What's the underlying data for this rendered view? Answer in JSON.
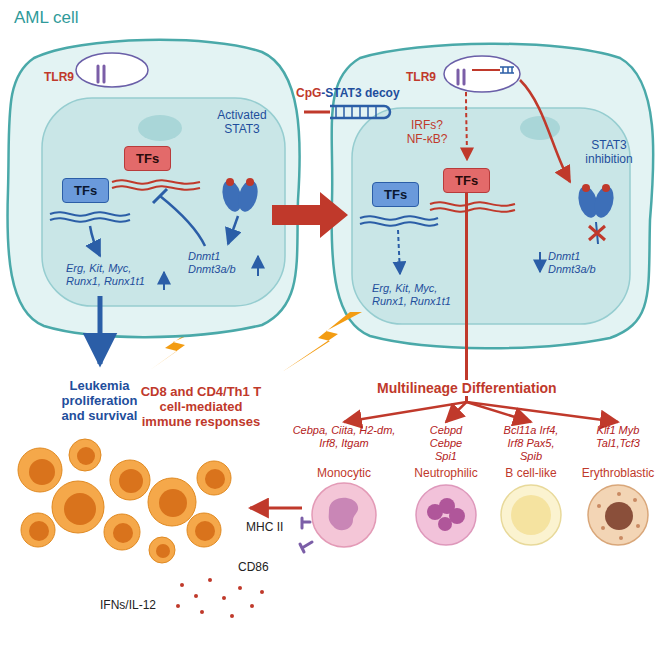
{
  "diagram": {
    "nodes": [
      {
        "text": [
          "AML cell"
        ]
      },
      {
        "text": [
          "TFs"
        ],
        "in": 0
      },
      {
        "text": [
          "TFs"
        ],
        "in": 0
      },
      {
        "text": [
          "TFs"
        ]
      },
      {
        "text": [
          "TFs"
        ]
      },
      {
        "text": [
          "Cebpa, Ciita, H2-dm, Irf8, Itgam",
          "Monocytic"
        ]
      },
      {
        "text": [
          "Cebpd Cebpe Spi1",
          "Neutrophilic"
        ]
      },
      {
        "text": [
          "Bcl11a Irf4, Irf8 Pax5, Spib",
          "B cell-like"
        ]
      },
      {
        "text": [
          "Klf1 Myb Tal1,Tcf3",
          "Erythroblastic"
        ]
      }
    ],
    "edges": [
      {
        "from": 3,
        "to": 5,
        "arrow": "to"
      },
      {
        "from": 3,
        "to": 6,
        "arrow": "to"
      },
      {
        "from": 3,
        "to": 7,
        "arrow": "to"
      },
      {
        "from": 3,
        "to": 8,
        "arrow": "to"
      }
    ],
    "labels": [
      "TLR9",
      "Activated STAT3",
      "Dnmt1 Dnmt3a/b",
      "Erg, Kit, Myc, Runx1, Runx1t1",
      "Leukemia proliferation and survival",
      "CpG",
      "-STAT3 decoy",
      "TLR9",
      "IRFs? NF-κB?",
      "STAT3 inhibition",
      "Dnmt1 Dnmt3a/b",
      "Erg, Kit, Myc, Runx1, Runx1t1",
      "Multilineage Differentiation",
      "CD8 and CD4/Th1 T cell-mediated immune responses",
      "MHC II",
      "CD86",
      "IFNs/IL-12"
    ]
  }
}
